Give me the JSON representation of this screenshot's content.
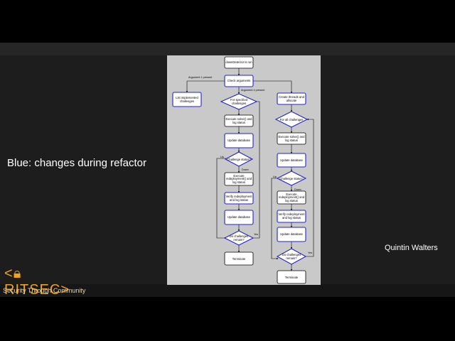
{
  "slide": {
    "left_caption": "Blue: changes during refactor",
    "presenter": "Quintin Walters",
    "logo_text": "RITSEC",
    "logo_tagline": "Security Through Community",
    "colors": {
      "accent": "#f0a319",
      "changed": "#2323c8",
      "unchanged": "#000000"
    }
  },
  "flowchart": {
    "start": "downDetector is run",
    "check_args": "Check arguments",
    "arg_present": "Argument 1 present",
    "arg_present_right": "Argument 4 present",
    "list_challenges": [
      "List implemented",
      "challenges"
    ],
    "for_specified": [
      "For specified",
      "challenges"
    ],
    "exec_left": [
      "Execute solve() and",
      "log status"
    ],
    "update_db": "Update database",
    "chal_status_left": "Challenge status?",
    "up": "Up",
    "down": "Down",
    "exec_redeploy": [
      "Execute",
      "redeployment() and",
      "log status"
    ],
    "verify_redeploy": [
      "Verify redeployment",
      "and log status"
    ],
    "more_left": [
      "Do challenges",
      "remain?"
    ],
    "yes": "Yes",
    "terminate": "Terminate",
    "create_threads": [
      "Create threads and",
      "allocate"
    ],
    "for_all": "For all challenges",
    "exec_right": [
      "Execute solve() and",
      "log status"
    ],
    "chal_status_right": "Challenge status?",
    "more_right": [
      "Do challenges",
      "remain?"
    ]
  }
}
